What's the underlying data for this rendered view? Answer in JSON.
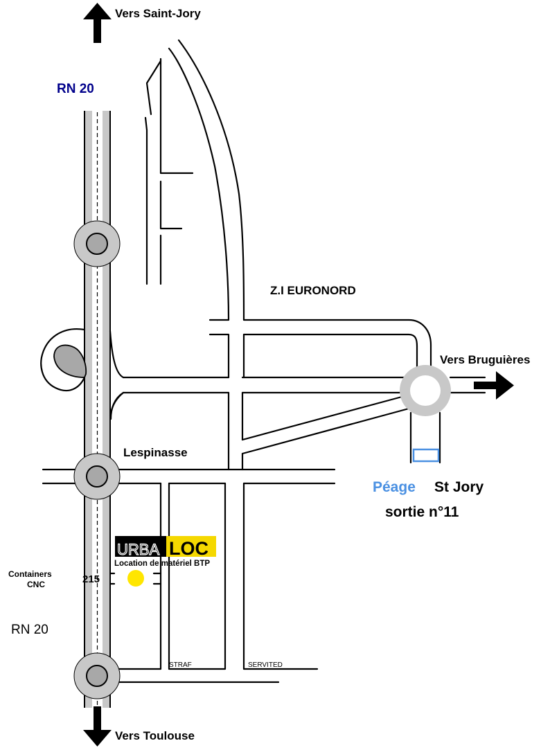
{
  "map": {
    "direction_north": "Vers Saint-Jory",
    "direction_south": "Vers Toulouse",
    "direction_east": "Vers Bruguières",
    "road_label_top": "RN 20",
    "road_label_bottom": "RN 20",
    "zone_label": "Z.I EURONORD",
    "town_label": "Lespinasse",
    "toll_word": "Péage",
    "toll_place": "St Jory",
    "exit_label": "sortie n°11",
    "street_number": "215",
    "containers_line1": "Containers",
    "containers_line2": "CNC",
    "business_straf": "STRAF",
    "business_servited": "SERVITED",
    "logo_urba": "URBA",
    "logo_loc": "LOC",
    "logo_tagline": "Location de matériel BTP"
  },
  "colors": {
    "road_label": "#00008B",
    "toll": "#4A90E2",
    "marker": "#FFE600",
    "logo_accent": "#F5D800",
    "roundabout": "#C8C8C8"
  }
}
